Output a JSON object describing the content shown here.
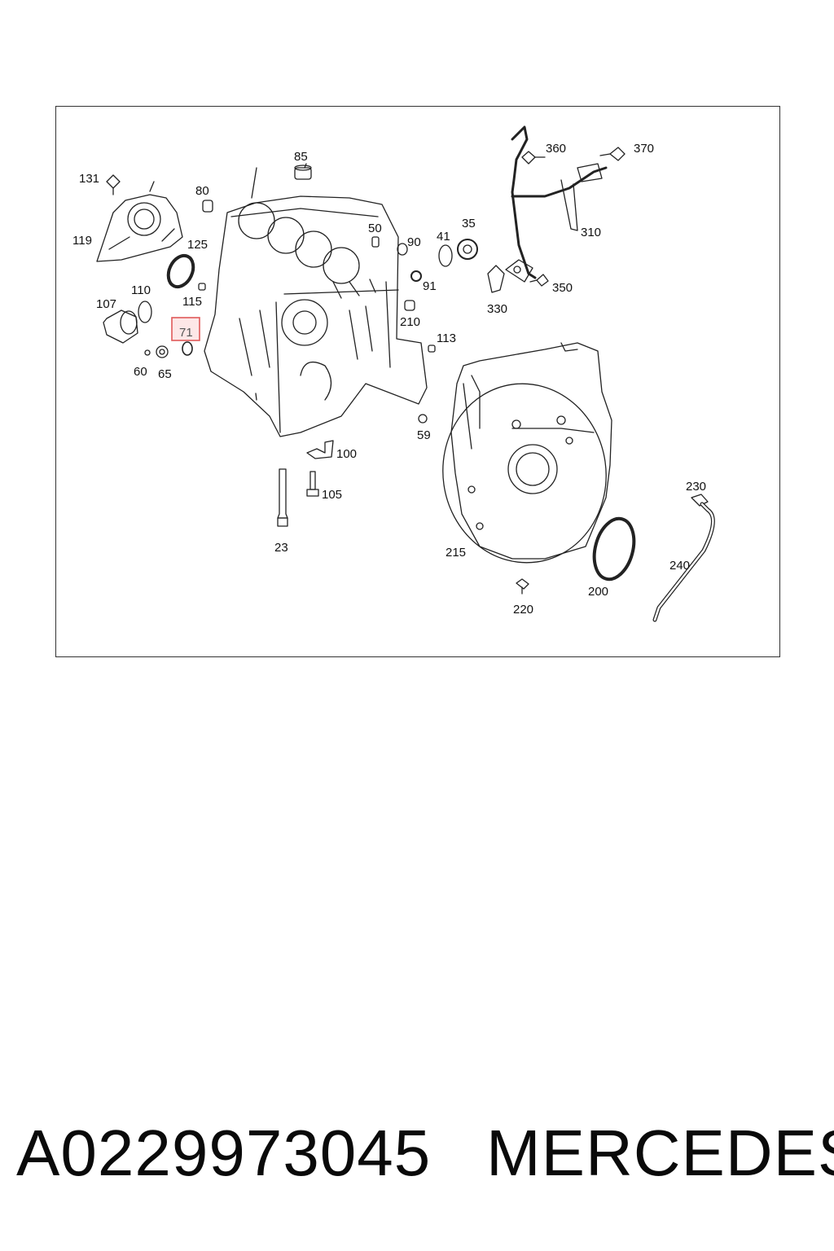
{
  "diagram": {
    "callouts": [
      "131",
      "85",
      "80",
      "50",
      "90",
      "41",
      "35",
      "360",
      "370",
      "119",
      "125",
      "310",
      "91",
      "350",
      "330",
      "110",
      "115",
      "107",
      "210",
      "71",
      "113",
      "60",
      "65",
      "59",
      "100",
      "105",
      "230",
      "23",
      "215",
      "240",
      "200",
      "220"
    ],
    "highlighted_callout": "71",
    "highlight_color": "#e05a5a"
  },
  "footer": {
    "part_number": "A0229973045",
    "brand": "MERCEDES"
  }
}
